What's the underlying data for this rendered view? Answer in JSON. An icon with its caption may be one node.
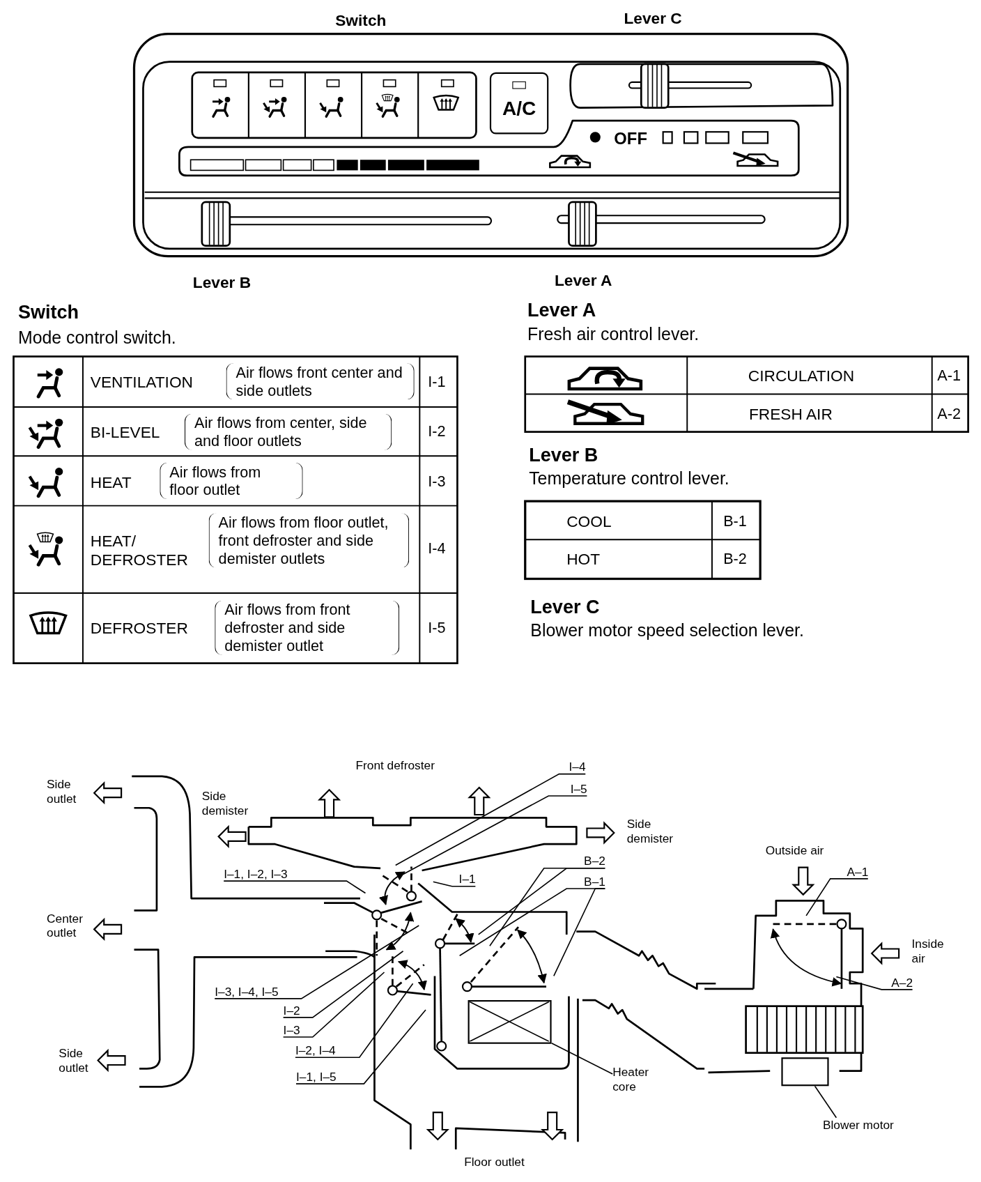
{
  "diagram": {
    "nodes": [
      {
        "text": [
          "A/C"
        ]
      },
      {
        "text": [
          "I–4"
        ]
      },
      {
        "text": [
          "I–5"
        ]
      },
      {
        "text": [
          "I–1, I–2, I–3"
        ]
      },
      {
        "text": [
          "I–1"
        ]
      },
      {
        "text": [
          "B–2"
        ]
      },
      {
        "text": [
          "B–1"
        ]
      },
      {
        "text": [
          "A–1"
        ]
      },
      {
        "text": [
          "I–3, I–4, I–5"
        ]
      },
      {
        "text": [
          "A–2"
        ]
      },
      {
        "text": [
          "I–2"
        ]
      },
      {
        "text": [
          "I–3"
        ]
      },
      {
        "text": [
          "I–2, I–4"
        ]
      },
      {
        "text": [
          "I–1, I–5"
        ]
      },
      {
        "text": [
          "Heater core"
        ]
      },
      {
        "text": [
          "Blower motor"
        ]
      },
      {
        "text": [],
        "shape": "box"
      },
      {
        "text": [],
        "shape": "box"
      }
    ],
    "edges": [
      {
        "from": 1,
        "to": null,
        "arrow": "none"
      },
      {
        "from": 2,
        "to": null,
        "arrow": "none"
      },
      {
        "from": 3,
        "to": null,
        "arrow": "none"
      },
      {
        "from": 4,
        "to": null,
        "arrow": "none"
      },
      {
        "from": 5,
        "to": null,
        "arrow": "none"
      },
      {
        "from": 5,
        "to": null,
        "arrow": "none"
      },
      {
        "from": 6,
        "to": null,
        "arrow": "none"
      },
      {
        "from": 6,
        "to": null,
        "arrow": "none"
      },
      {
        "from": 7,
        "to": null,
        "arrow": "none"
      },
      {
        "from": 8,
        "to": null,
        "arrow": "none"
      },
      {
        "from": 9,
        "to": null,
        "arrow": "none"
      },
      {
        "from": 10,
        "to": null,
        "arrow": "none"
      },
      {
        "from": 11,
        "to": null,
        "arrow": "none"
      },
      {
        "from": 12,
        "to": null,
        "arrow": "none"
      },
      {
        "from": 13,
        "to": null,
        "arrow": "none"
      },
      {
        "from": 14,
        "to": 16,
        "arrow": "none"
      },
      {
        "from": 15,
        "to": 17,
        "arrow": "none"
      }
    ],
    "labels": [
      "Switch",
      "Lever C",
      "OFF",
      "Lever B",
      "Lever A",
      "Switch",
      "Mode control switch.",
      "VENTILATION",
      "Air flows front center and side outlets",
      "I-1",
      "BI-LEVEL",
      "Air flows from center, side and floor outlets",
      "I-2",
      "HEAT",
      "Air flows from floor outlet",
      "I-3",
      "HEAT/ DEFROSTER",
      "Air flows from floor outlet, front defroster and side demister outlets",
      "I-4",
      "DEFROSTER",
      "Air flows from front defroster and side demister outlet",
      "I-5",
      "Lever A",
      "Fresh air control lever.",
      "CIRCULATION",
      "A-1",
      "FRESH AIR",
      "A-2",
      "Lever B",
      "Temperature control lever.",
      "COOL",
      "B-1",
      "HOT",
      "B-2",
      "Lever C",
      "Blower motor speed selection lever.",
      "Front defroster",
      "Side outlet",
      "Side demister",
      "Side demister",
      "Outside air",
      "Center outlet",
      "Inside air",
      "Side outlet",
      "Floor outlet"
    ]
  }
}
